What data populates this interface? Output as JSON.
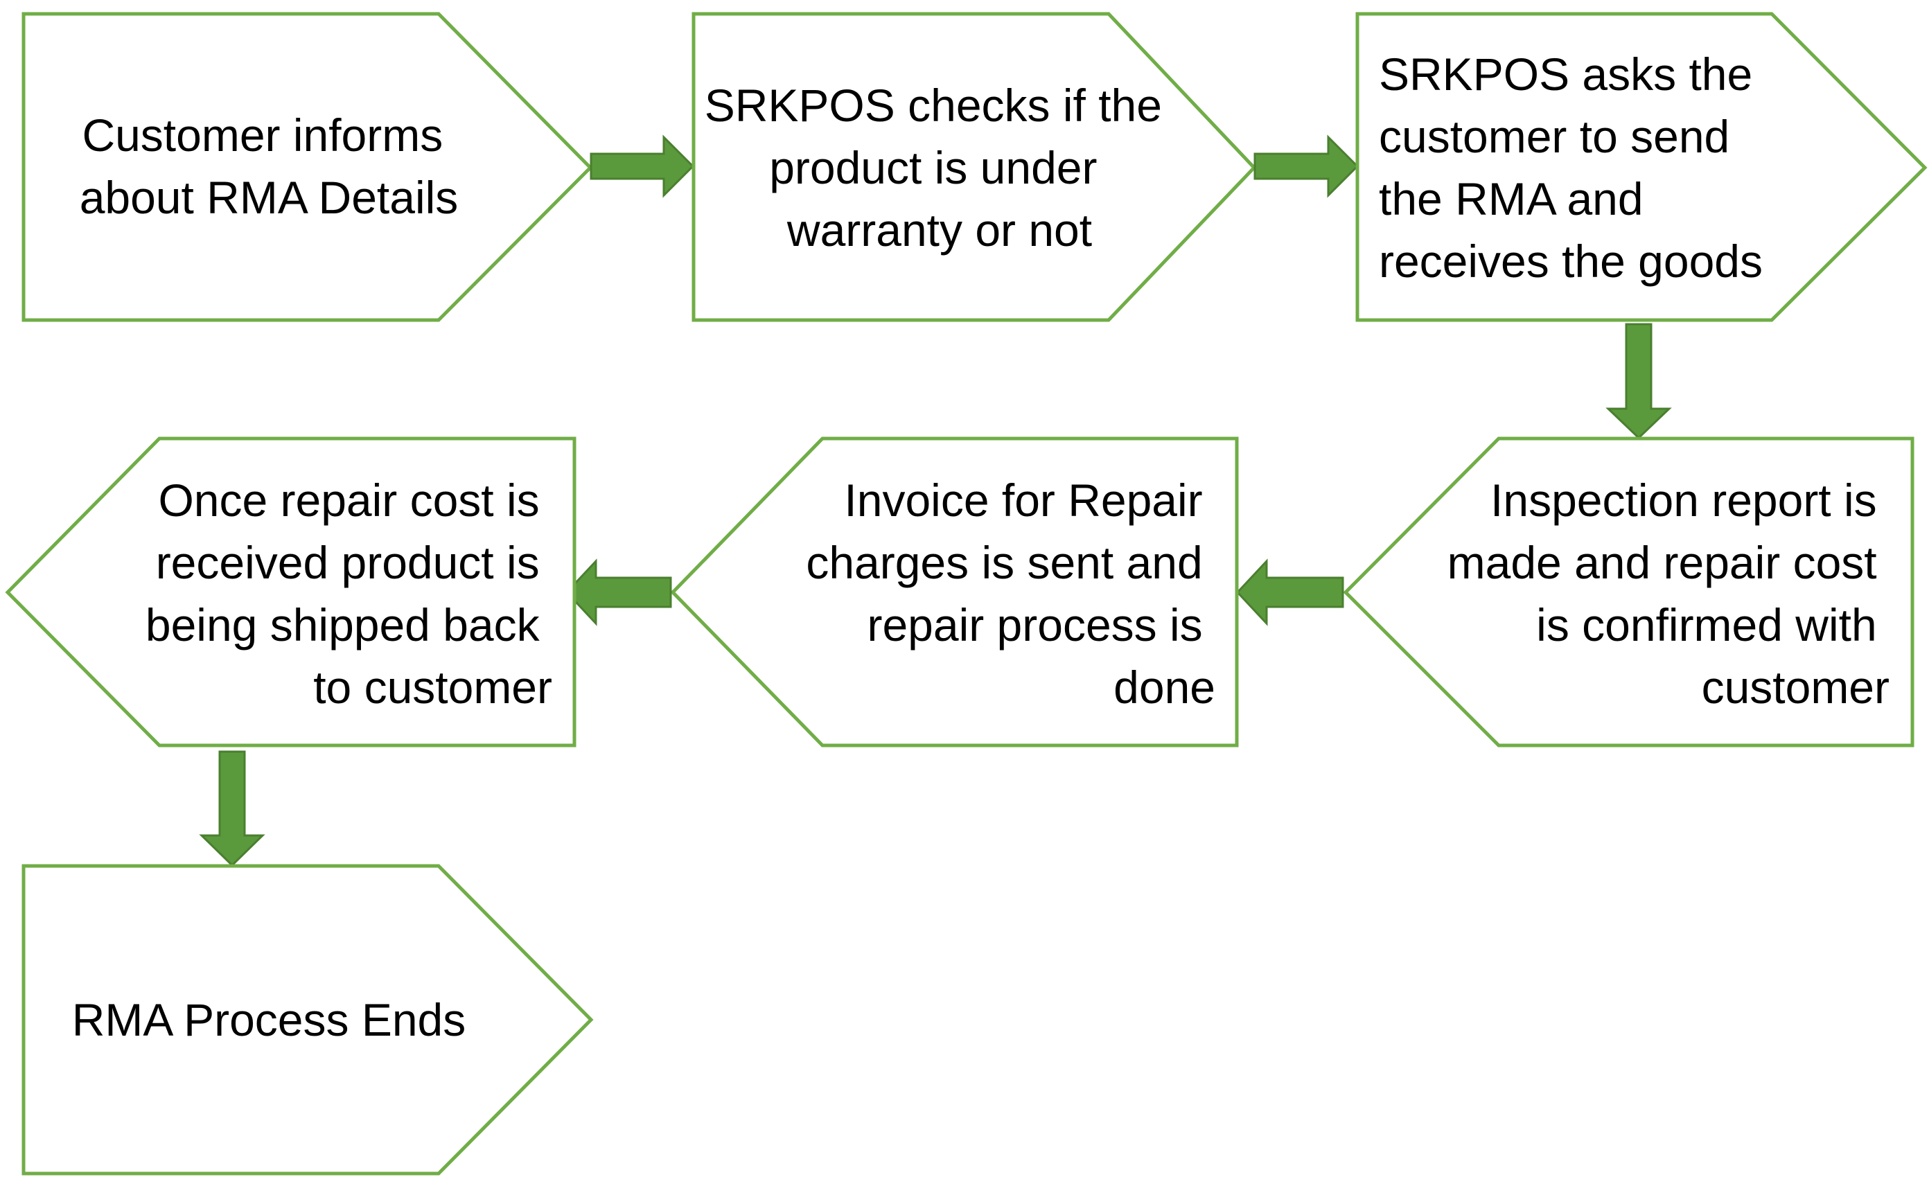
{
  "colors": {
    "border": "#70ad47",
    "arrow_fill": "#5b9a3c",
    "arrow_stroke": "#4a7f2f",
    "text": "#000000",
    "background": "#ffffff"
  },
  "steps": [
    {
      "id": "step1",
      "shape": "pentagon-right",
      "lines": [
        "Customer informs",
        "about RMA Details"
      ]
    },
    {
      "id": "step2",
      "shape": "pentagon-right",
      "lines": [
        "SRKPOS checks if the",
        "product is under",
        "warranty or not"
      ]
    },
    {
      "id": "step3",
      "shape": "pentagon-right",
      "lines": [
        "SRKPOS asks the",
        "customer to send",
        "the RMA and",
        "receives the goods"
      ]
    },
    {
      "id": "step4",
      "shape": "pentagon-left",
      "lines": [
        "Inspection report is",
        "made and repair cost",
        "is confirmed with",
        "customer"
      ]
    },
    {
      "id": "step5",
      "shape": "pentagon-left",
      "lines": [
        "Invoice for Repair",
        "charges is sent and",
        "repair process is",
        "done"
      ]
    },
    {
      "id": "step6",
      "shape": "pentagon-left",
      "lines": [
        "Once repair cost is",
        "received product is",
        "being shipped back",
        "to customer"
      ]
    },
    {
      "id": "step7",
      "shape": "pentagon-right",
      "lines": [
        "RMA Process Ends"
      ]
    }
  ],
  "connectors": [
    {
      "from": "step1",
      "to": "step2",
      "direction": "right"
    },
    {
      "from": "step2",
      "to": "step3",
      "direction": "right"
    },
    {
      "from": "step3",
      "to": "step4",
      "direction": "down"
    },
    {
      "from": "step4",
      "to": "step5",
      "direction": "left"
    },
    {
      "from": "step5",
      "to": "step6",
      "direction": "left"
    },
    {
      "from": "step6",
      "to": "step7",
      "direction": "down"
    }
  ]
}
